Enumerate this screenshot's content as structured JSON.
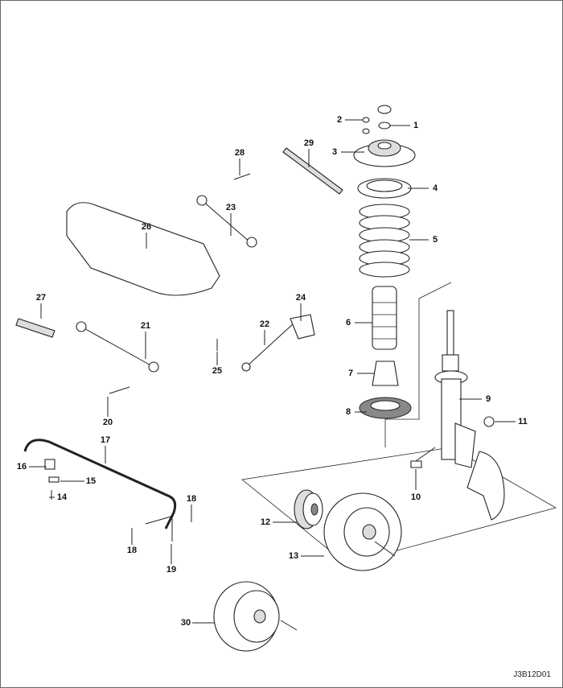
{
  "diagram": {
    "code": "J3B12D01",
    "callouts": {
      "c1": "1",
      "c2": "2",
      "c3": "3",
      "c4": "4",
      "c5": "5",
      "c6": "6",
      "c7": "7",
      "c8": "8",
      "c9": "9",
      "c10": "10",
      "c11": "11",
      "c12": "12",
      "c13": "13",
      "c14": "14",
      "c15": "15",
      "c16": "16",
      "c17": "17",
      "c18a": "18",
      "c18b": "18",
      "c19": "19",
      "c20": "20",
      "c21": "21",
      "c22": "22",
      "c23": "23",
      "c24": "24",
      "c25": "25",
      "c26": "26",
      "c27": "27",
      "c28": "28",
      "c29": "29",
      "c30": "30"
    }
  }
}
